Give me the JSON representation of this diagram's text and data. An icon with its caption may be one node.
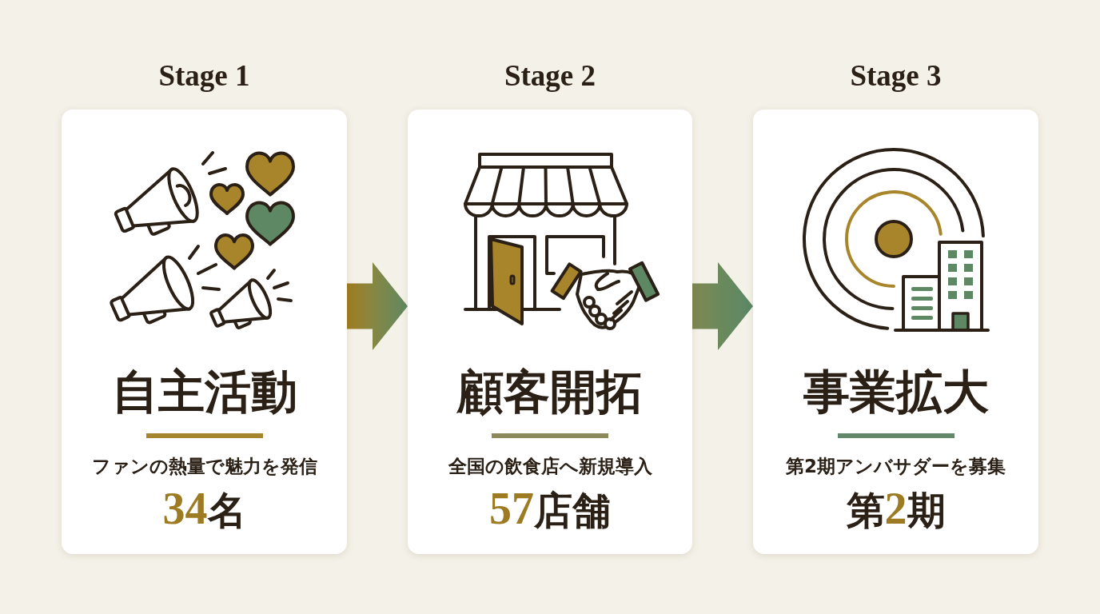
{
  "diagram": {
    "nodes": [
      {
        "text": [
          "Stage 1",
          "自主活動",
          "ファンの熱量で魅力を発信",
          "34名"
        ]
      },
      {
        "text": [
          "Stage 2",
          "顧客開拓",
          "全国の飲食店へ新規導入",
          "57店舗"
        ]
      },
      {
        "text": [
          "Stage 3",
          "事業拡大",
          "第2期アンバサダーを募集",
          "第2期"
        ]
      }
    ],
    "edges": [
      {
        "from": 0,
        "to": 1,
        "arrow": "to"
      },
      {
        "from": 1,
        "to": 2,
        "arrow": "to"
      }
    ]
  }
}
